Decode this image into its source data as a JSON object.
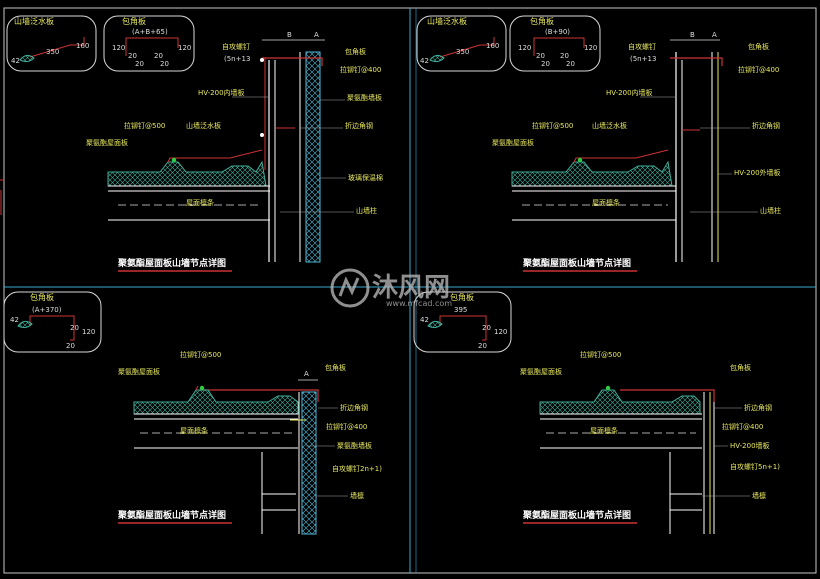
{
  "watermark": {
    "brand_cn": "沐风网",
    "url": "www.mfcad.com"
  },
  "common": {
    "roof_panel": "聚氨酯屋面板",
    "pull_rivet_500": "拉铆钉@500",
    "purlin": "屋面檩条",
    "edge_cover": "包角板",
    "pull_rivet_400": "拉铆钉@400",
    "folded_corner": "折边角钢",
    "self_tap_n13": "自攻螺钉\n(5n+13",
    "title": "聚氨酯屋面板山墙节点详图"
  },
  "panel1": {
    "inset_a_title": "山墙泛水板",
    "inset_a_dims": [
      "42",
      "350",
      "160"
    ],
    "inset_b_title": "包角板",
    "inset_b_formula": "(A+B+65)",
    "inset_b_dims": [
      "120",
      "120",
      "20",
      "20",
      "20",
      "20"
    ],
    "dim_a": "A",
    "dim_b": "B",
    "wall_panel": "聚氨酯墙板",
    "hv200": "HV-200内墙板",
    "gable_flashing": "山墙泛水板",
    "glass_wool": "玻璃保温棉",
    "gable_column": "山墙柱"
  },
  "panel2": {
    "inset_a_title": "山墙泛水板",
    "inset_a_dims": [
      "42",
      "350",
      "160"
    ],
    "inset_b_title": "包角板",
    "inset_b_formula": "(B+90)",
    "inset_b_dims": [
      "120",
      "120",
      "20",
      "20",
      "20",
      "20"
    ],
    "dim_a": "A",
    "dim_b": "B",
    "hv200_in": "HV-200内墙板",
    "hv200_out": "HV-200外墙板",
    "gable_flashing": "山墙泛水板",
    "gable_column": "山墙柱"
  },
  "panel3": {
    "inset_title": "包角板",
    "inset_formula": "(A+370)",
    "inset_dims": [
      "42",
      "20",
      "120",
      "20"
    ],
    "dim_a": "A",
    "wall_panel": "聚氨酯墙板",
    "self_tap": "自攻螺钉2n+1)",
    "girt": "墙檩"
  },
  "panel4": {
    "inset_title": "包角板",
    "inset_dims": [
      "42",
      "395",
      "20",
      "120",
      "20"
    ],
    "hv200": "HV-200墙板",
    "self_tap": "自攻螺钉5n+1)",
    "girt": "墙檩"
  }
}
